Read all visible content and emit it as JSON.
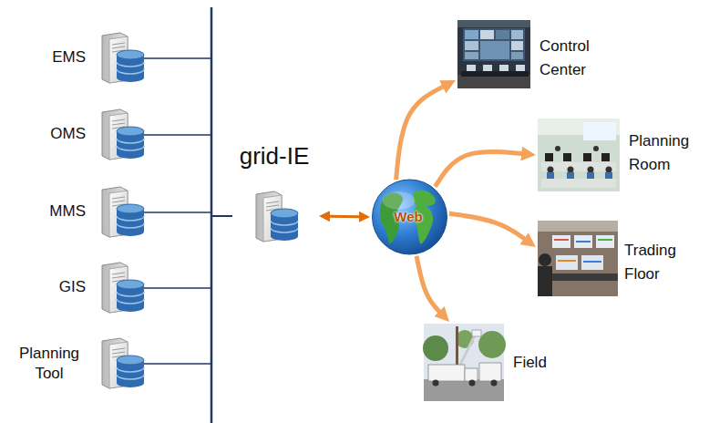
{
  "diagram": {
    "nodes": [
      {
        "text": [
          "EMS"
        ]
      },
      {
        "text": [
          "OMS"
        ]
      },
      {
        "text": [
          "MMS"
        ]
      },
      {
        "text": [
          "GIS"
        ]
      },
      {
        "text": [
          "Planning Tool"
        ]
      },
      {
        "text": [
          "grid-IE"
        ]
      },
      {
        "text": [
          "Web"
        ]
      },
      {
        "text": [
          "Control Center"
        ]
      },
      {
        "text": [
          "Planning Room"
        ]
      },
      {
        "text": [
          "Trading Floor"
        ]
      },
      {
        "text": [
          "Field"
        ]
      }
    ],
    "edges": [
      {
        "from": 0,
        "to": 5,
        "arrow": "none"
      },
      {
        "from": 1,
        "to": 5,
        "arrow": "none"
      },
      {
        "from": 2,
        "to": 5,
        "arrow": "none"
      },
      {
        "from": 3,
        "to": 5,
        "arrow": "none"
      },
      {
        "from": 4,
        "to": 5,
        "arrow": "none"
      },
      {
        "from": 5,
        "to": 6,
        "arrow": "both"
      },
      {
        "from": 6,
        "to": 7,
        "arrow": "to"
      },
      {
        "from": 6,
        "to": 8,
        "arrow": "to"
      },
      {
        "from": 6,
        "to": 9,
        "arrow": "to"
      },
      {
        "from": 6,
        "to": 10,
        "arrow": "to"
      }
    ]
  }
}
